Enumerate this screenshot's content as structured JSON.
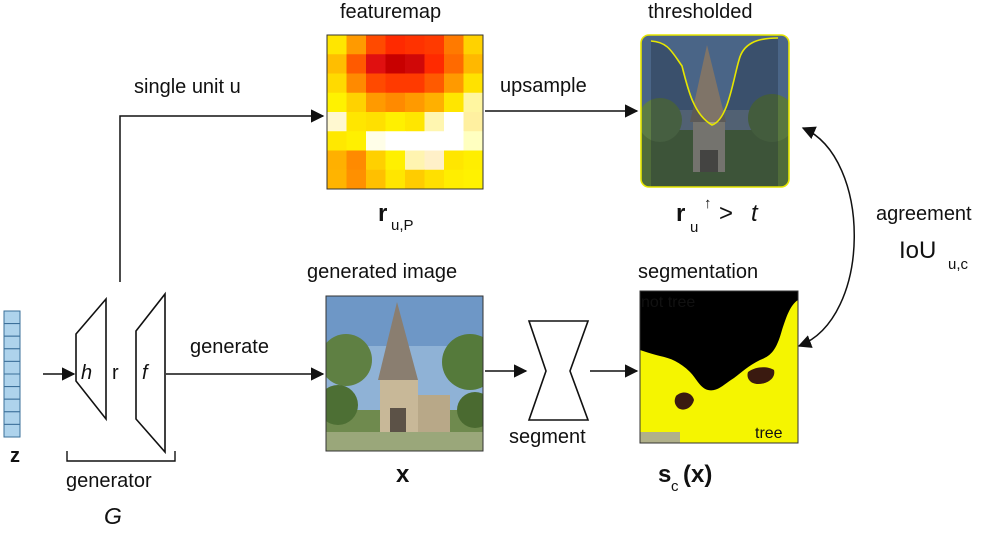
{
  "input": {
    "symbol": "z"
  },
  "generator": {
    "layer_h": "h",
    "layer_r": "r",
    "layer_f": "f",
    "label": "generator",
    "symbol": "G"
  },
  "edges": {
    "single_unit": "single unit u",
    "generate": "generate",
    "upsample": "upsample",
    "segment": "segment",
    "agreement": "agreement"
  },
  "featuremap": {
    "title": "featuremap",
    "symbol_main": "r",
    "symbol_sub": "u,P",
    "grid": [
      [
        "#ffe600",
        "#ff9a00",
        "#ff4a00",
        "#ff2a00",
        "#ff3200",
        "#ff3a00",
        "#ff7a00",
        "#ffd200"
      ],
      [
        "#ffbe00",
        "#ff5a00",
        "#e01010",
        "#c80000",
        "#d00808",
        "#ff2a00",
        "#ff6a00",
        "#ffb800"
      ],
      [
        "#ffda00",
        "#ff8a00",
        "#ff4a00",
        "#ff3a00",
        "#ff3a00",
        "#ff5a00",
        "#ff9a00",
        "#ffe200"
      ],
      [
        "#fff200",
        "#ffd200",
        "#ff9a00",
        "#ff8a00",
        "#ff9a00",
        "#ffb000",
        "#ffe600",
        "#fff6a0"
      ],
      [
        "#fff8d0",
        "#ffe600",
        "#ffe000",
        "#fff000",
        "#ffe600",
        "#fff6b0",
        "#ffffff",
        "#fff0a0"
      ],
      [
        "#ffe800",
        "#fff000",
        "#fffee8",
        "#ffffff",
        "#ffffff",
        "#ffffff",
        "#ffffff",
        "#ffffc0"
      ],
      [
        "#ffb000",
        "#ff8a00",
        "#ffd000",
        "#fff000",
        "#fff4b0",
        "#fff0c8",
        "#ffe600",
        "#ffee00"
      ],
      [
        "#ffb400",
        "#ff9000",
        "#ffc000",
        "#ffe600",
        "#ffcc00",
        "#ffe000",
        "#ffee00",
        "#fff200"
      ]
    ]
  },
  "thresholded": {
    "title": "thresholded",
    "symbol_main": "r",
    "symbol_sub": "u",
    "symbol_sup": "↑",
    "symbol_op": "> ",
    "symbol_t": "t"
  },
  "generated": {
    "title": "generated image",
    "symbol": "x"
  },
  "segmentation": {
    "title": "segmentation",
    "not_tree": "not tree",
    "tree": "tree",
    "symbol_main": "s",
    "symbol_sub": "c",
    "symbol_arg": "(x)"
  },
  "iou": {
    "main": "IoU",
    "sub": "u,c"
  },
  "colors": {
    "latent": "#aed3ec",
    "latent_stroke": "#3a6f99",
    "seg_tree": "#f5f500",
    "seg_bg": "#000000",
    "seg_not_tree_text": "#2e8b2e",
    "seg_tree_text": "#3aa63a",
    "threshold_outline": "#e6e600"
  }
}
